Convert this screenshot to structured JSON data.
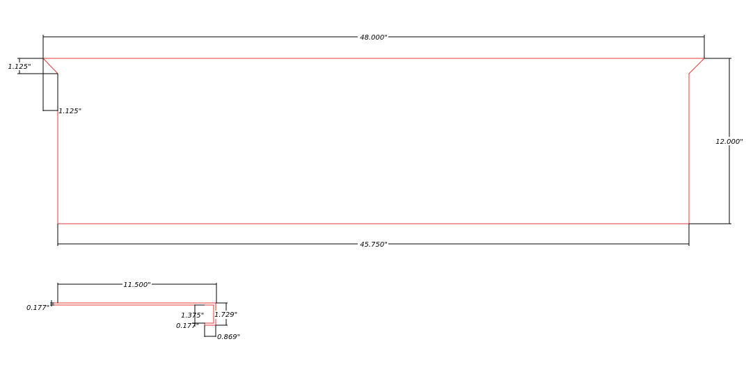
{
  "colors": {
    "background": "#ffffff",
    "part_outline": "#e03a3a",
    "dimension": "#000000"
  },
  "top_view": {
    "overall_width": "48.000\"",
    "bottom_width": "45.750\"",
    "height": "12.000\"",
    "chamfer_vertical": "1.125\"",
    "chamfer_horizontal": "1.125\""
  },
  "profile_view": {
    "length": "11.500\"",
    "thickness": "0.177\"",
    "inner_leg": "1.375\"",
    "outer_leg": "1.729\"",
    "small_thickness": "0.177\"",
    "return": "0.869\""
  }
}
